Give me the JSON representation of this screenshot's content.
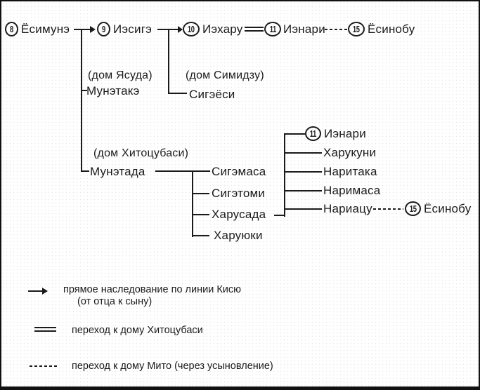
{
  "shoguns": [
    {
      "num": "8",
      "name": "Ёсимунэ"
    },
    {
      "num": "9",
      "name": "Иэсигэ"
    },
    {
      "num": "10",
      "name": "Иэхару"
    },
    {
      "num": "11",
      "name": "Иэнари"
    },
    {
      "num": "15",
      "name": "Ёсинобу"
    }
  ],
  "houses": {
    "yasuda": {
      "label": "(дом Ясуда)",
      "member": "Мунэтакэ"
    },
    "shimizu": {
      "label": "(дом Симидзу)",
      "member": "Сигэёси"
    },
    "hitotsubashi": {
      "label": "(дом Хитоцубаси)",
      "head": "Мунэтада",
      "sons": [
        "Сигэмаса",
        "Сигэтоми",
        "Харусада",
        "Харуюки"
      ]
    }
  },
  "harusada_branch": {
    "sons": [
      {
        "num": "11",
        "name": "Иэнари"
      },
      {
        "name": "Харукуни"
      },
      {
        "name": "Наритака"
      },
      {
        "name": "Наримаса"
      },
      {
        "name": "Нариацу"
      }
    ],
    "adopted": {
      "num": "15",
      "name": "Ёсинобу"
    }
  },
  "legend": {
    "items": [
      {
        "type": "arrow",
        "label": "прямое наследование  по линии Кисю",
        "sublabel": "(от отца к сыну)"
      },
      {
        "type": "double-line",
        "label": "переход к дому Хитоцубаси"
      },
      {
        "type": "dashed-line",
        "label": "переход к дому Мито (через усыновление)"
      }
    ]
  },
  "colors": {
    "ink": "#1b1b1b",
    "paper": "#ffffff"
  }
}
